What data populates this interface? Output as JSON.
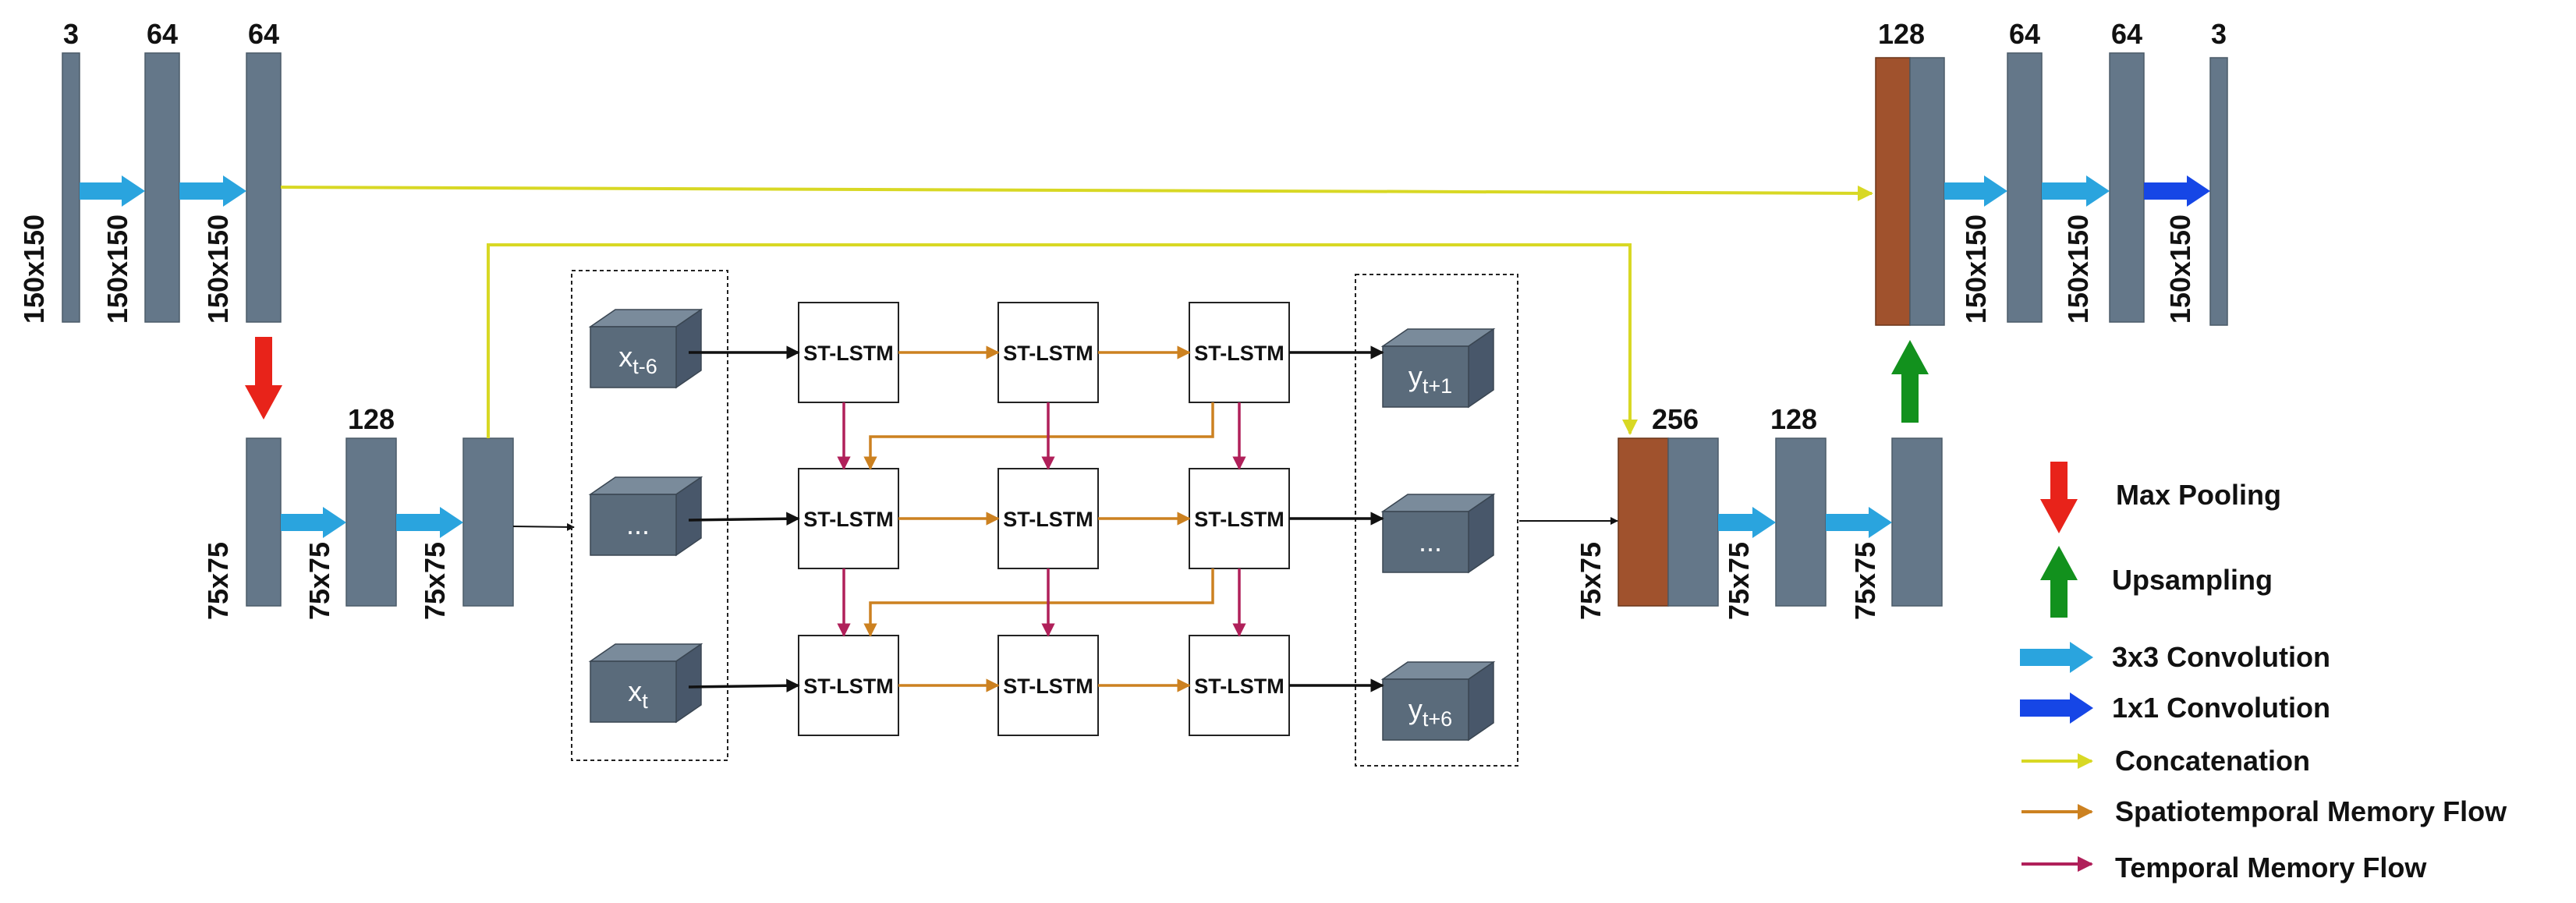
{
  "colors": {
    "feature_map": "#647789",
    "feature_map_stroke": "#4b5b69",
    "skip_map": "#a0522d",
    "conv3x3": "#2aa4de",
    "conv1x1": "#1646e6",
    "max_pool": "#e8231a",
    "upsample": "#12911d",
    "concatenation": "#d8d824",
    "spatiotemporal": "#cc8120",
    "temporal": "#b0205a",
    "cube_front": "#5a6b7b",
    "cube_top": "#7a8b9b",
    "cube_side": "#48576a",
    "line": "#111111"
  },
  "encoder": {
    "channels": [
      "3",
      "64",
      "64",
      "128"
    ],
    "sizes": [
      "150x150",
      "150x150",
      "150x150",
      "75x75",
      "75x75",
      "75x75"
    ]
  },
  "decoder": {
    "channels": [
      "256",
      "128",
      "128",
      "64",
      "64",
      "3"
    ],
    "sizes": [
      "75x75",
      "75x75",
      "75x75",
      "150x150",
      "150x150",
      "150x150"
    ]
  },
  "inputs": [
    {
      "base": "x",
      "sub": "t-6"
    },
    {
      "base": "...",
      "sub": ""
    },
    {
      "base": "x",
      "sub": "t"
    }
  ],
  "outputs": [
    {
      "base": "y",
      "sub": "t+1"
    },
    {
      "base": "...",
      "sub": ""
    },
    {
      "base": "y",
      "sub": "t+6"
    }
  ],
  "cell_label": "ST-LSTM",
  "legend": {
    "max_pooling": "Max Pooling",
    "upsampling": "Upsampling",
    "conv3x3": "3x3 Convolution",
    "conv1x1": "1x1 Convolution",
    "concatenation": "Concatenation",
    "spatiotemporal": "Spatiotemporal Memory Flow",
    "temporal": "Temporal Memory Flow"
  }
}
